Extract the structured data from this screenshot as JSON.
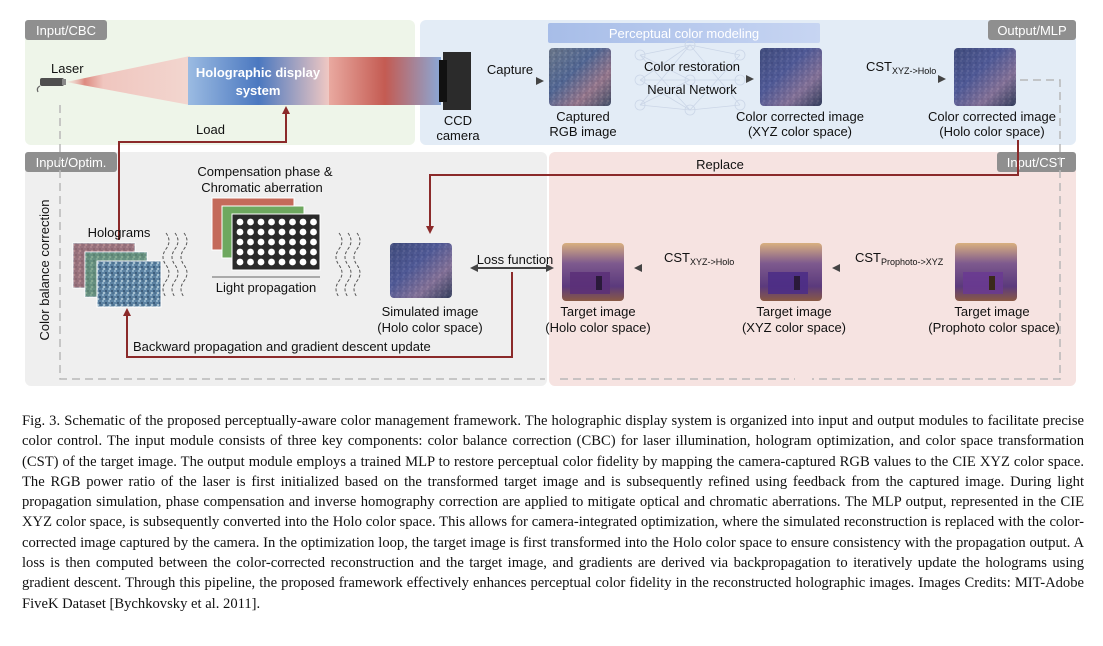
{
  "figure": {
    "labels": {
      "input_cbc": "Input/CBC",
      "output_mlp": "Output/MLP",
      "input_optim": "Input/Optim.",
      "input_cst": "Input/CST",
      "perceptual": "Perceptual color modeling",
      "laser": "Laser",
      "holo_display_1": "Holographic display",
      "holo_display_2": "system",
      "ccd_1": "CCD",
      "ccd_2": "camera",
      "capture": "Capture",
      "captured_1": "Captured",
      "captured_2": "RGB image",
      "color_restoration": "Color restoration",
      "neural_network": "Neural Network",
      "cc_xyz_1": "Color corrected image",
      "cc_xyz_2": "(XYZ color space)",
      "cst_main": "CST",
      "cst_xyz_holo_sub": "XYZ->Holo",
      "cc_holo_1": "Color corrected image",
      "cc_holo_2": "(Holo color space)",
      "load": "Load",
      "replace": "Replace",
      "cbc_vertical": "Color balance correction",
      "holograms": "Holograms",
      "comp_1": "Compensation phase &",
      "comp_2": "Chromatic aberration",
      "light_prop": "Light propagation",
      "sim_1": "Simulated image",
      "sim_2": "(Holo color space)",
      "loss": "Loss function",
      "target_holo_1": "Target image",
      "target_holo_2": "(Holo color space)",
      "target_xyz_1": "Target image",
      "target_xyz_2": "(XYZ color space)",
      "target_pro_1": "Target image",
      "target_pro_2": "(Prophoto color space)",
      "cst_pro_xyz_sub": "Prophoto->XYZ",
      "backward": "Backward propagation and gradient descent update"
    },
    "colors": {
      "green_panel": "#eef5e9",
      "blue_panel": "#e3ecf6",
      "gray_panel": "#efefef",
      "red_panel": "#f6e3e1",
      "arrow_red": "#8b2a2a",
      "arrow_gray": "#555555"
    }
  },
  "caption": {
    "label": "Fig. 3.",
    "text": "Schematic of the proposed perceptually-aware color management framework. The holographic display system is organized into input and output modules to facilitate precise color control. The input module consists of three key components: color balance correction (CBC) for laser illumination, hologram optimization, and color space transformation (CST) of the target image. The output module employs a trained MLP to restore perceptual color fidelity by mapping the camera-captured RGB values to the CIE XYZ color space. The RGB power ratio of the laser is first initialized based on the transformed target image and is subsequently refined using feedback from the captured image. During light propagation simulation, phase compensation and inverse homography correction are applied to mitigate optical and chromatic aberrations. The MLP output, represented in the CIE XYZ color space, is subsequently converted into the Holo color space. This allows for camera-integrated optimization, where the simulated reconstruction is replaced with the color-corrected image captured by the camera. In the optimization loop, the target image is first transformed into the Holo color space to ensure consistency with the propagation output. A loss is then computed between the color-corrected reconstruction and the target image, and gradients are derived via backpropagation to iteratively update the holograms using gradient descent. Through this pipeline, the proposed framework effectively enhances perceptual color fidelity in the reconstructed holographic images. Images Credits: MIT-Adobe FiveK Dataset [Bychkovsky et al. 2011]."
  }
}
